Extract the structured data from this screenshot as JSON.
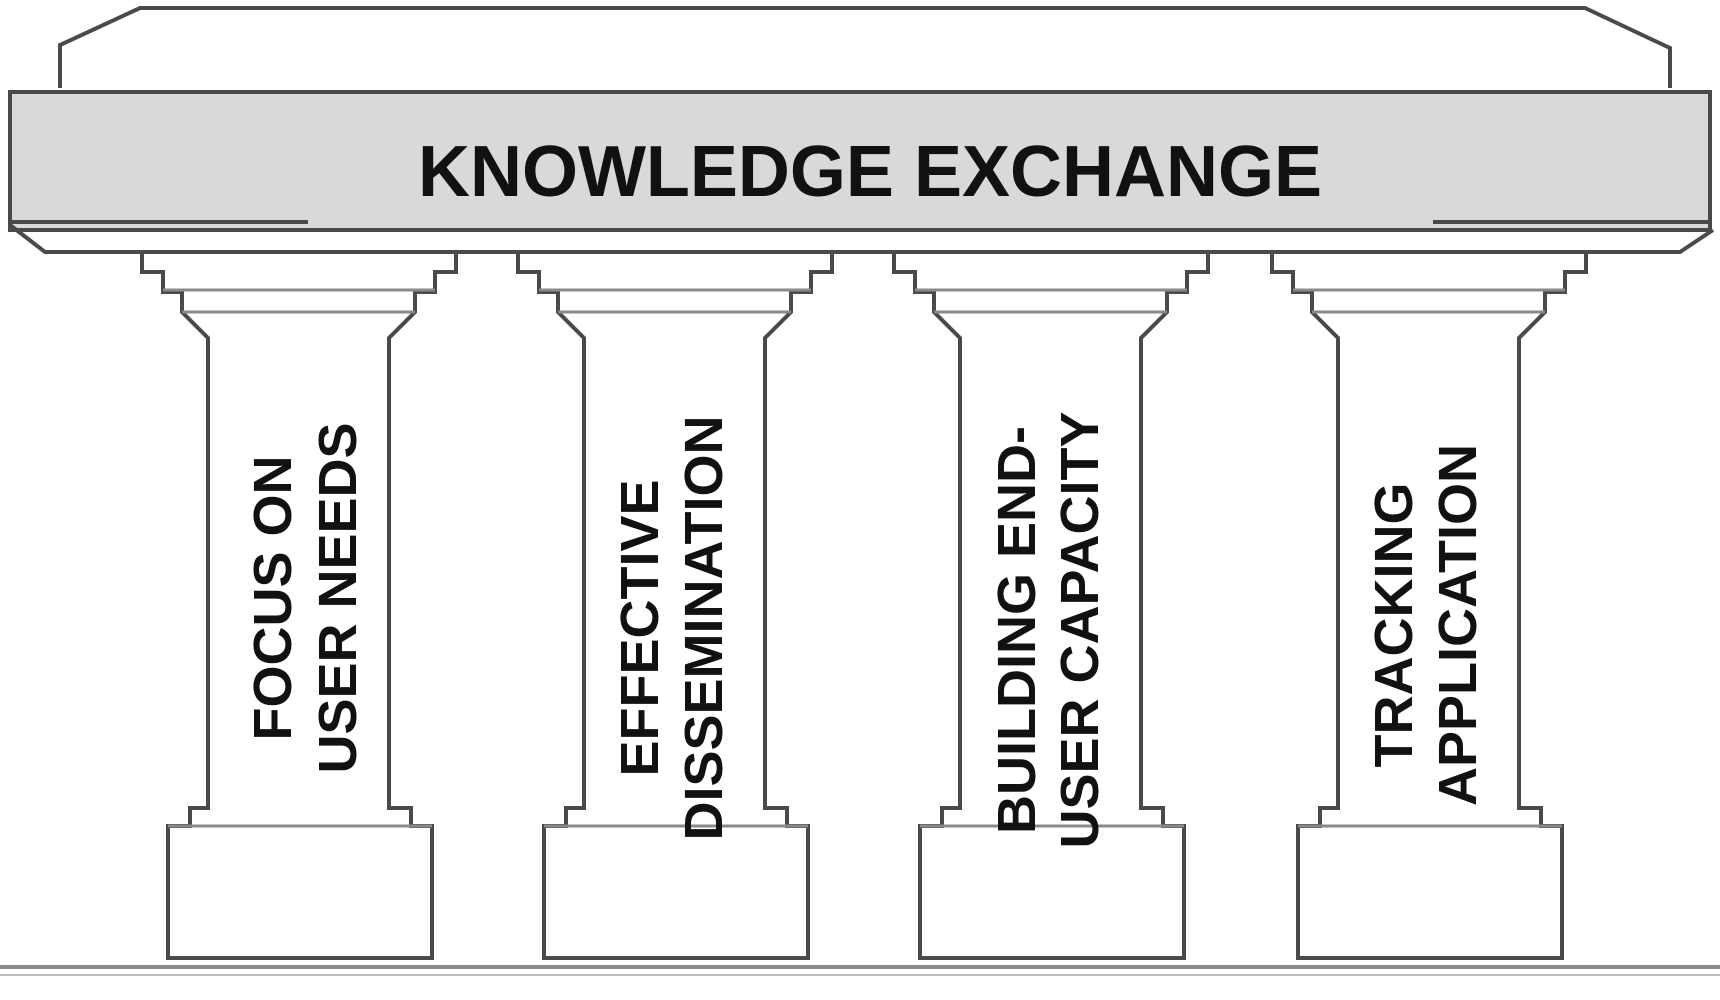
{
  "roof": {
    "title": "KNOWLEDGE EXCHANGE"
  },
  "pillars": [
    {
      "lines": [
        "FOCUS ON",
        "USER  NEEDS"
      ]
    },
    {
      "lines": [
        "EFFECTIVE",
        "DISSEMINATION"
      ]
    },
    {
      "lines": [
        "BUILDING   END-",
        "USER CAPACITY"
      ]
    },
    {
      "lines": [
        "TRACKING",
        "APPLICATION"
      ]
    }
  ],
  "colors": {
    "beam_fill": "#d9d9d9",
    "outline": "#4a4a4a",
    "text": "#111111",
    "background": "#ffffff"
  }
}
